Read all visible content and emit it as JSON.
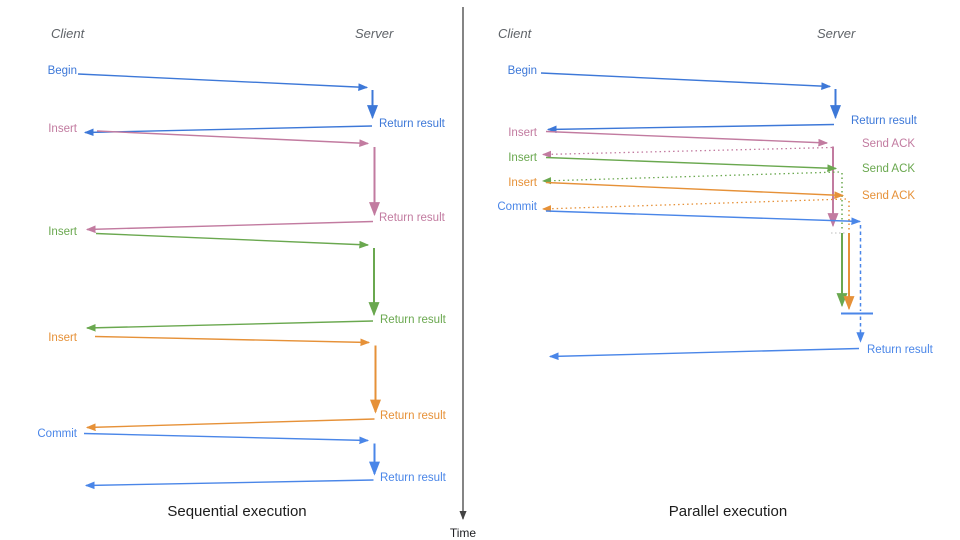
{
  "time": {
    "label": "Time"
  },
  "colors": {
    "begin_blue": "#3d78d8",
    "commit_blue": "#4a86e8",
    "insert_pink": "#c27ba0",
    "insert_green": "#6aa84f",
    "insert_orange": "#e69138",
    "axis_gray": "#434343",
    "header_gray": "#5f6368"
  },
  "seq": {
    "title": "Sequential execution",
    "client": "Client",
    "server": "Server",
    "ops": [
      {
        "label": "Begin",
        "color": "#3d78d8",
        "result": "Return result"
      },
      {
        "label": "Insert",
        "color": "#c27ba0",
        "result": "Return result"
      },
      {
        "label": "Insert",
        "color": "#6aa84f",
        "result": "Return result"
      },
      {
        "label": "Insert",
        "color": "#e69138",
        "result": "Return result"
      },
      {
        "label": "Commit",
        "color": "#4a86e8",
        "result": "Return result"
      }
    ]
  },
  "par": {
    "title": "Parallel execution",
    "client": "Client",
    "server": "Server",
    "ops": [
      {
        "label": "Begin",
        "color": "#3d78d8",
        "result": "Return result"
      },
      {
        "label": "Insert",
        "color": "#c27ba0",
        "result": "Send ACK"
      },
      {
        "label": "Insert",
        "color": "#6aa84f",
        "result": "Send ACK"
      },
      {
        "label": "Insert",
        "color": "#e69138",
        "result": "Send ACK"
      },
      {
        "label": "Commit",
        "color": "#4a86e8",
        "result": "Return result"
      }
    ]
  }
}
